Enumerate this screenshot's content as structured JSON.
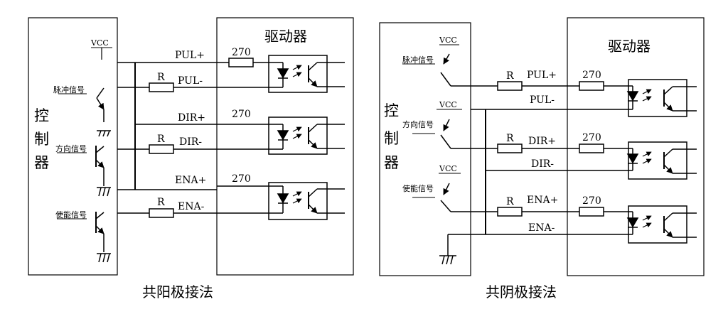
{
  "diagrams": [
    {
      "caption": "共阳极接法",
      "controller_label": [
        "控",
        "制",
        "器"
      ],
      "driver_label": "驱动器",
      "vcc_labels": [
        "VCC"
      ],
      "signal_labels": [
        "脉冲信号",
        "方向信号",
        "使能信号"
      ],
      "resistor_labels": [
        "R",
        "R",
        "R"
      ],
      "resistor_values": [
        "270",
        "270",
        "270"
      ],
      "terminals": [
        "PUL+",
        "PUL-",
        "DIR+",
        "DIR-",
        "ENA+",
        "ENA-"
      ]
    },
    {
      "caption": "共阴极接法",
      "controller_label": [
        "控",
        "制",
        "器"
      ],
      "driver_label": "驱动器",
      "vcc_labels": [
        "VCC",
        "VCC",
        "VCC"
      ],
      "signal_labels": [
        "脉冲信号",
        "方向信号",
        "使能信号"
      ],
      "resistor_labels": [
        "R",
        "R",
        "R"
      ],
      "resistor_values": [
        "270",
        "270",
        "270"
      ],
      "terminals": [
        "PUL+",
        "PUL-",
        "DIR+",
        "DIR-",
        "ENA+",
        "ENA-"
      ]
    }
  ]
}
